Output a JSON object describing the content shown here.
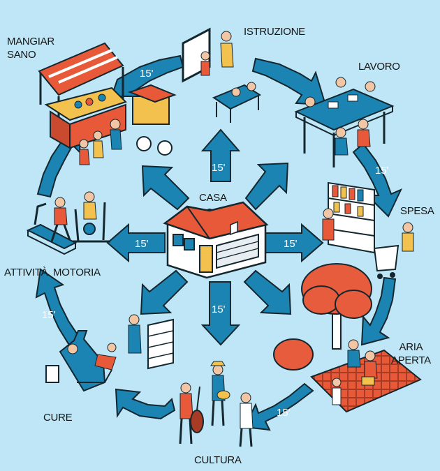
{
  "center": {
    "label": "CASA"
  },
  "destinations": {
    "mangiar_sano": [
      "MANGIAR",
      "SANO"
    ],
    "istruzione": [
      "ISTRUZIONE"
    ],
    "lavoro": [
      "LAVORO"
    ],
    "spesa": [
      "SPESA"
    ],
    "aria_aperta": [
      "ARIA",
      "APERTA"
    ],
    "cultura": [
      "CULTURA"
    ],
    "cure": [
      "CURE"
    ],
    "attivita_motoria": [
      "ATTIVITÀ  MOTORIA"
    ]
  },
  "travel_time": "15'",
  "colors": {
    "background": "#bfe6f6",
    "arrow": "#1b84b2",
    "outline": "#14262e",
    "roof": "#e8593a",
    "tree": "#e65c3d",
    "text": "#151515"
  }
}
